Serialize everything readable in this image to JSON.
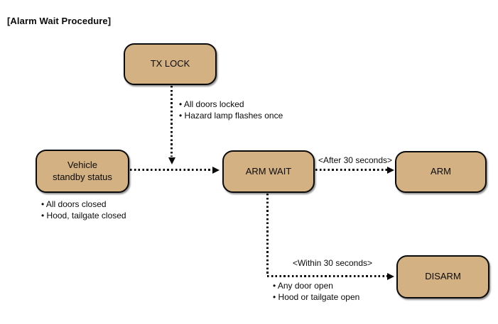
{
  "title": "[Alarm Wait Procedure]",
  "colors": {
    "box_fill": "#d3b183",
    "box_border": "#0a0a0a",
    "text": "#0a0a0a",
    "background": "#ffffff"
  },
  "nodes": {
    "tx_lock": {
      "label": "TX LOCK"
    },
    "vehicle_standby": {
      "label": "Vehicle\nstandby status"
    },
    "arm_wait": {
      "label": "ARM WAIT"
    },
    "arm": {
      "label": "ARM"
    },
    "disarm": {
      "label": "DISARM"
    }
  },
  "edges": {
    "arm_wait_to_arm": {
      "label": "<After 30 seconds>"
    },
    "arm_wait_to_disarm": {
      "label": "<Within 30 seconds>"
    }
  },
  "annotations": {
    "tx_lock_conditions": [
      "• All doors locked",
      "• Hazard lamp flashes once"
    ],
    "vehicle_standby_conditions": [
      "• All doors closed",
      "• Hood, tailgate closed"
    ],
    "disarm_conditions": [
      "• Any door open",
      "• Hood or tailgate open"
    ]
  }
}
